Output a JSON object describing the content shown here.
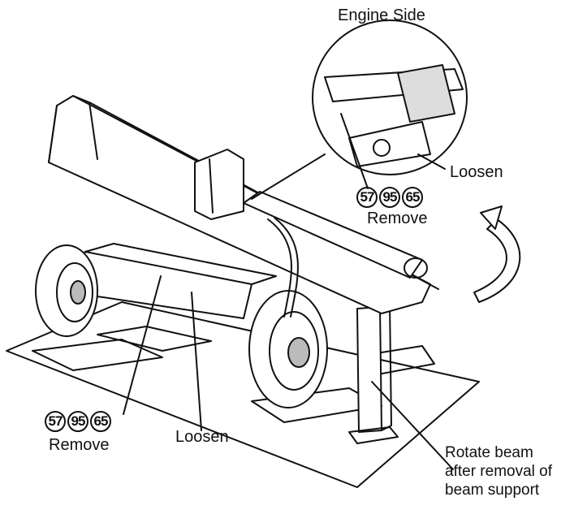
{
  "labels": {
    "engine_side": "Engine Side",
    "loosen_inset": "Loosen",
    "remove_inset": "Remove",
    "loosen_main": "Loosen",
    "remove_main": "Remove"
  },
  "callouts": {
    "inset": [
      "57",
      "95",
      "65"
    ],
    "main": [
      "57",
      "95",
      "65"
    ]
  },
  "note": {
    "line1": "Rotate beam",
    "line2": "after removal of",
    "line3": "beam support"
  },
  "colors": {
    "ink": "#111111",
    "paper": "#ffffff"
  }
}
